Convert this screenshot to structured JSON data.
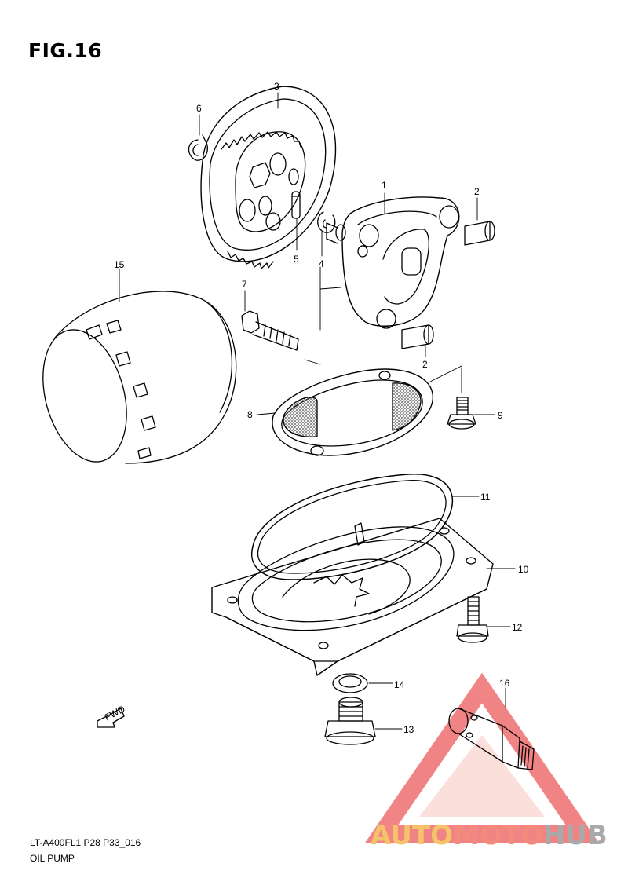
{
  "figure": {
    "title": "FIG.16"
  },
  "callouts": [
    {
      "id": "c1",
      "number": "1"
    },
    {
      "id": "c2a",
      "number": "2"
    },
    {
      "id": "c2b",
      "number": "2"
    },
    {
      "id": "c3",
      "number": "3"
    },
    {
      "id": "c4",
      "number": "4"
    },
    {
      "id": "c5",
      "number": "5"
    },
    {
      "id": "c6",
      "number": "6"
    },
    {
      "id": "c7",
      "number": "7"
    },
    {
      "id": "c8",
      "number": "8"
    },
    {
      "id": "c9",
      "number": "9"
    },
    {
      "id": "c10",
      "number": "10"
    },
    {
      "id": "c11",
      "number": "11"
    },
    {
      "id": "c12",
      "number": "12"
    },
    {
      "id": "c13",
      "number": "13"
    },
    {
      "id": "c14",
      "number": "14"
    },
    {
      "id": "c15",
      "number": "15"
    },
    {
      "id": "c16",
      "number": "16"
    }
  ],
  "fwd_arrow": {
    "label": "FWD"
  },
  "footer": {
    "model_code": "LT-A400FL1 P28 P33_016",
    "section_name": "OIL PUMP"
  },
  "watermark": {
    "text_parts": [
      "AUTO",
      "MOTO",
      "HUB"
    ],
    "colors": {
      "auto": "#f5c46a",
      "moto": "#f28a7e",
      "hub": "#a9a9a9",
      "triangle": "#ee6f6f"
    }
  }
}
